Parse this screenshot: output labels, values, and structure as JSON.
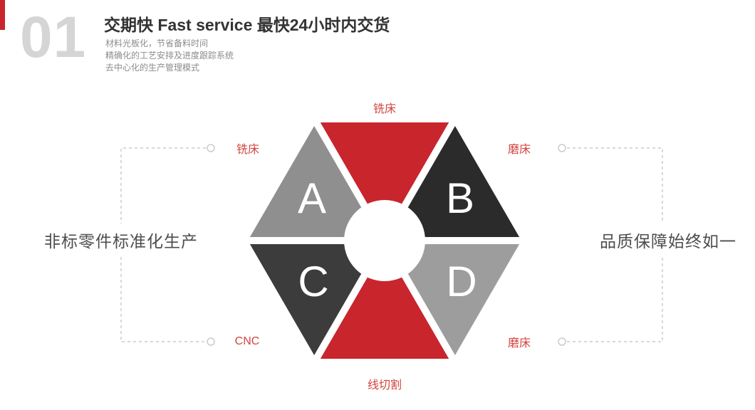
{
  "header": {
    "index_number": "01",
    "title": "交期快  Fast service 最快24小时内交货",
    "bullets": [
      "材料光板化，节省备料时间",
      "精确化的工艺安排及进度跟踪系统",
      "去中心化的生产管理模式"
    ]
  },
  "diagram": {
    "letters": {
      "a": "A",
      "b": "B",
      "c": "C",
      "d": "D"
    },
    "labels": {
      "top": "铣床",
      "left_top": "铣床",
      "right_top": "磨床",
      "left_bottom": "CNC",
      "right_bottom": "磨床",
      "bottom": "线切割"
    },
    "left_caption": "非标零件标准化生产",
    "right_caption": "品质保障始终如一",
    "colors": {
      "red": "#c9252d",
      "segment_a_gray": "#8f8f8f",
      "segment_b_dark": "#2b2b2b",
      "segment_c_dark": "#3c3c3c",
      "segment_d_gray": "#9d9d9d",
      "label_red": "#d2433e",
      "connector_gray": "#cccccc",
      "number_gray": "#d5d5d5"
    }
  }
}
